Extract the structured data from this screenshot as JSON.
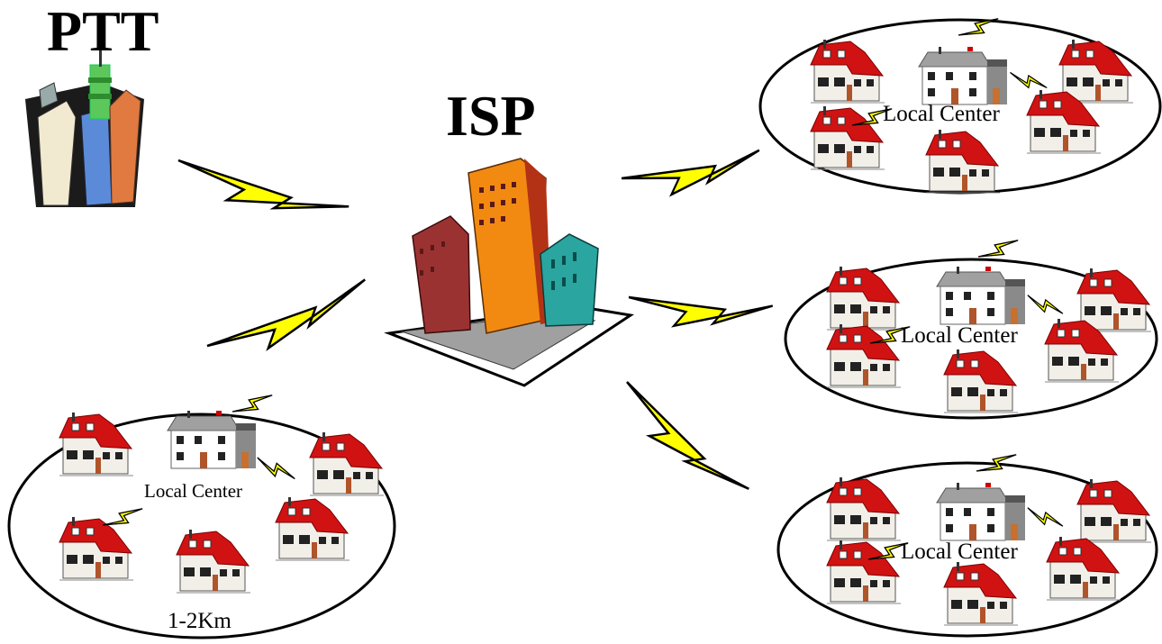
{
  "labels": {
    "ptt": "PTT",
    "isp": "ISP",
    "local_center": "Local Center",
    "distance": "1-2Km"
  },
  "colors": {
    "link": "#ffff00",
    "roof": "#cc1010",
    "house_wall": "#ffffff",
    "center_roof": "#9a9a9a",
    "isp_left": "#a03a3a",
    "isp_center": "#f08a10",
    "isp_right": "#2aa5a0",
    "ptt_green": "#5cc85c",
    "ptt_blue": "#5b8bd8",
    "ptt_orange": "#e07a40"
  },
  "icons": {
    "ptt": "city-skyline-icon",
    "isp": "office-buildings-icon",
    "house": "house-icon",
    "center": "local-center-building-icon",
    "link": "lightning-link-icon"
  }
}
